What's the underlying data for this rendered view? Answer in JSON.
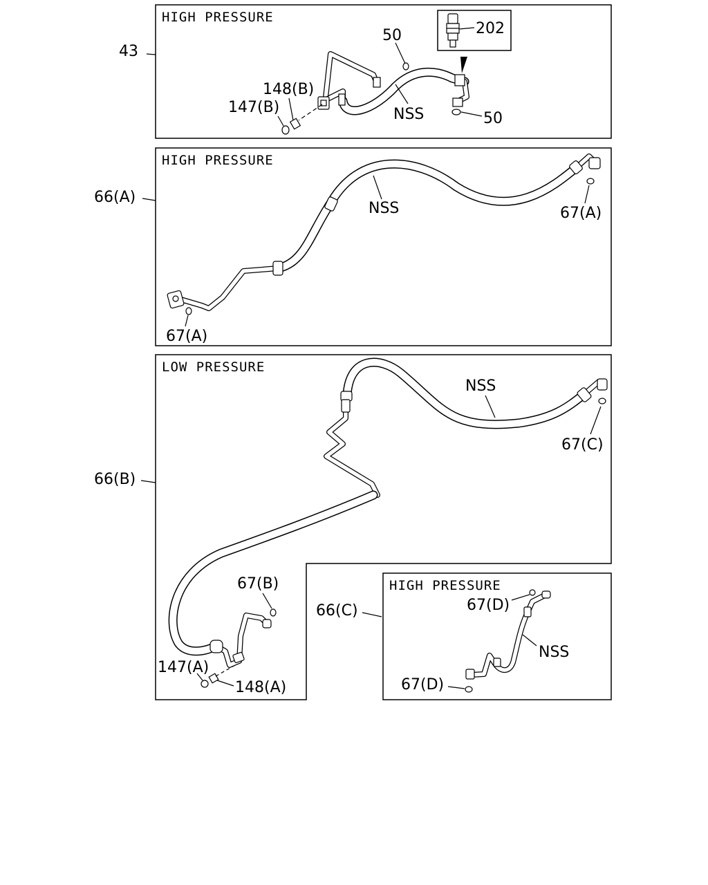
{
  "panels": {
    "p43": {
      "header": "HIGH PRESSURE",
      "ref": "43",
      "callouts": {
        "c50a": "50",
        "c202": "202",
        "c148b": "148(B)",
        "c147b": "147(B)",
        "nss": "NSS",
        "c50b": "50"
      }
    },
    "p66a": {
      "header": "HIGH PRESSURE",
      "ref": "66(A)",
      "callouts": {
        "nss": "NSS",
        "c67a_right": "67(A)",
        "c67a_left": "67(A)"
      }
    },
    "p66b": {
      "header": "LOW PRESSURE",
      "ref": "66(B)",
      "callouts": {
        "nss": "NSS",
        "c67c": "67(C)",
        "c67b": "67(B)",
        "c147a": "147(A)",
        "c148a": "148(A)"
      }
    },
    "p66c": {
      "header": "HIGH PRESSURE",
      "ref": "66(C)",
      "callouts": {
        "c67d_top": "67(D)",
        "nss": "NSS",
        "c67d_bottom": "67(D)"
      }
    }
  }
}
